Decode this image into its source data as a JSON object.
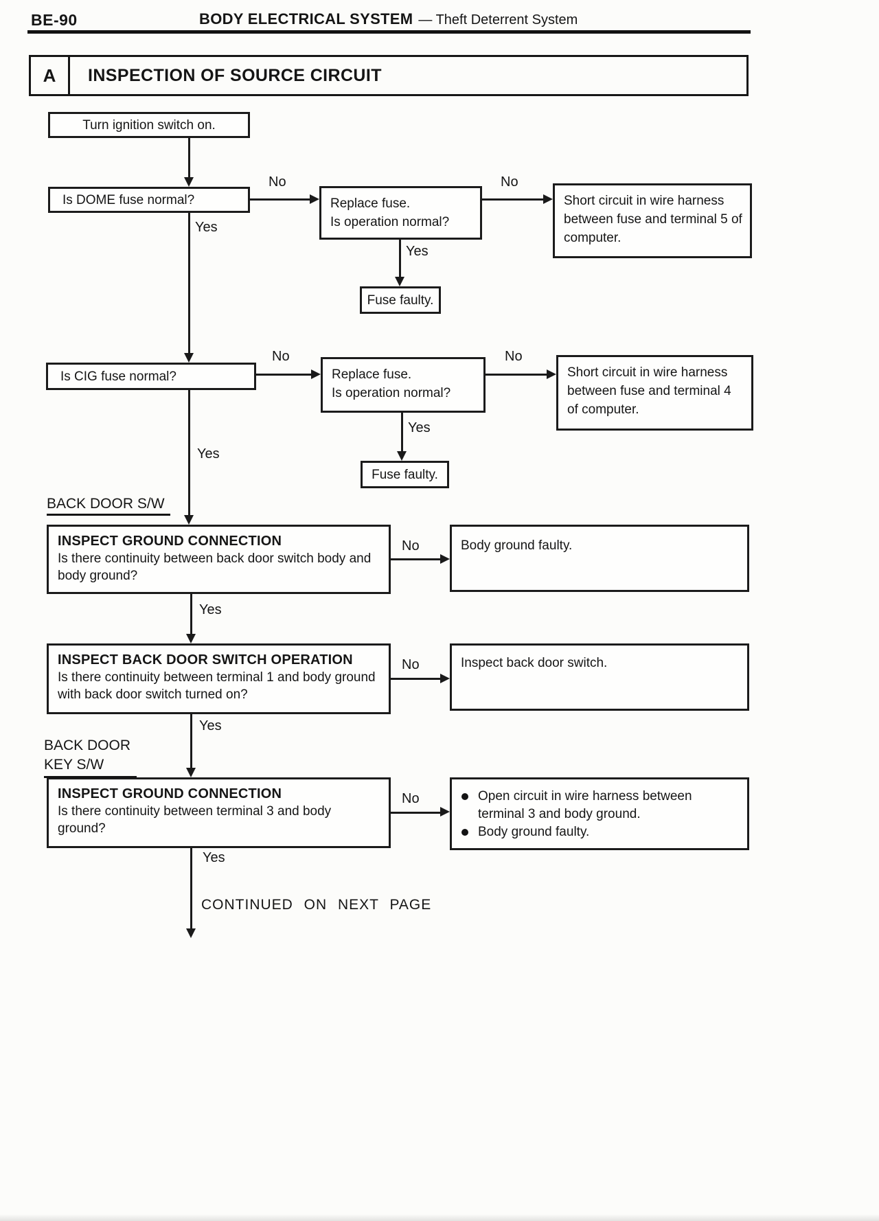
{
  "header": {
    "page_number": "BE-90",
    "title": "BODY ELECTRICAL SYSTEM",
    "subtitle": "— Theft Deterrent System"
  },
  "section": {
    "index_letter": "A",
    "title": "INSPECTION OF SOURCE CIRCUIT"
  },
  "flowchart": {
    "labels": {
      "yes": "Yes",
      "no": "No"
    },
    "annotations": {
      "back_door_sw": "BACK DOOR S/W",
      "back_door_key_line1": "BACK DOOR",
      "back_door_key_line2": "KEY S/W",
      "continued": "CONTINUED ON NEXT PAGE"
    },
    "nodes": {
      "start": {
        "text": "Turn ignition switch on."
      },
      "dome_fuse": {
        "text": "Is DOME fuse normal?"
      },
      "replace_fuse_dome": {
        "line1": "Replace fuse.",
        "line2": "Is operation normal?"
      },
      "short_circuit_terminal5": {
        "text": "Short circuit in wire harness between fuse and terminal 5 of computer."
      },
      "fuse_faulty_dome": {
        "text": "Fuse faulty."
      },
      "cig_fuse": {
        "text": "Is CIG fuse normal?"
      },
      "replace_fuse_cig": {
        "line1": "Replace fuse.",
        "line2": "Is operation normal?"
      },
      "short_circuit_terminal4": {
        "text": "Short circuit in wire harness between fuse and terminal 4 of computer."
      },
      "fuse_faulty_cig": {
        "text": "Fuse faulty."
      },
      "inspect_ground_back_door": {
        "title": "INSPECT GROUND CONNECTION",
        "body": "Is there continuity between back door switch body and body ground?"
      },
      "body_ground_faulty": {
        "text": "Body ground faulty."
      },
      "inspect_switch_operation": {
        "title": "INSPECT BACK DOOR SWITCH OPERATION",
        "body": "Is there continuity between terminal 1 and body ground with back door switch turned on?"
      },
      "inspect_back_door_switch": {
        "text": "Inspect back door switch."
      },
      "inspect_ground_key": {
        "title": "INSPECT GROUND CONNECTION",
        "body": "Is there continuity between terminal 3 and body ground?"
      },
      "open_circuit": {
        "bullets": [
          "Open circuit in wire harness between terminal 3 and body ground.",
          "Body ground faulty."
        ]
      }
    }
  }
}
